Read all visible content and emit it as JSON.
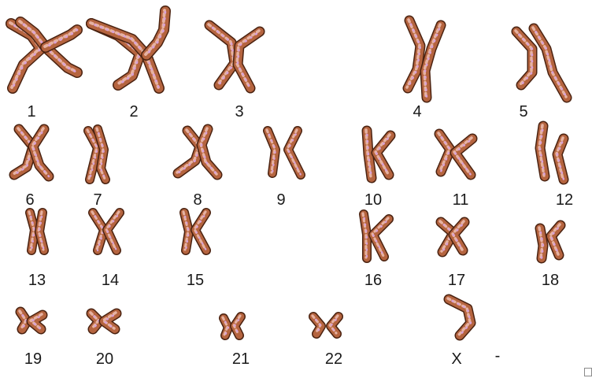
{
  "karyotype": {
    "colors": {
      "chromatid_outline": "#4a2210",
      "chromatid_fill": "#b5643f",
      "chromatid_highlight": "#e6b2a2",
      "chromatid_band": "#d9a2d6",
      "label_text": "#1a1a1a"
    },
    "chromosomes": [
      {
        "label": "1"
      },
      {
        "label": "2"
      },
      {
        "label": "3"
      },
      {
        "label": "4"
      },
      {
        "label": "5"
      },
      {
        "label": "6"
      },
      {
        "label": "7"
      },
      {
        "label": "8"
      },
      {
        "label": "9"
      },
      {
        "label": "10"
      },
      {
        "label": "11"
      },
      {
        "label": "12"
      },
      {
        "label": "13"
      },
      {
        "label": "14"
      },
      {
        "label": "15"
      },
      {
        "label": "16"
      },
      {
        "label": "17"
      },
      {
        "label": "18"
      },
      {
        "label": "19"
      },
      {
        "label": "20"
      },
      {
        "label": "21"
      },
      {
        "label": "22"
      },
      {
        "label": "X"
      }
    ],
    "missing_slot_mark": "-"
  }
}
